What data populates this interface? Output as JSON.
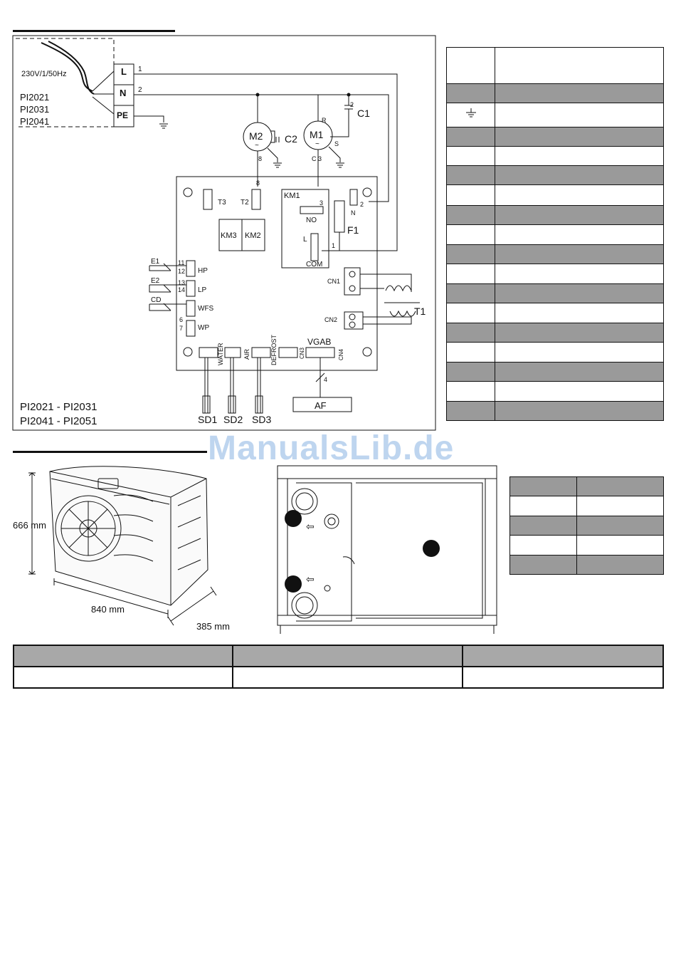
{
  "wiring": {
    "supply": "230V/1/50Hz",
    "models_top": [
      "PI2021",
      "PI2031",
      "PI2041"
    ],
    "terminals": [
      "L",
      "N",
      "PE"
    ],
    "wire_1": "1",
    "wire_2": "2",
    "motor_fan": "M2",
    "motor_comp": "M1",
    "cap_fan": "C2",
    "cap_comp": "C1",
    "tilde": "~",
    "pin_r": "R",
    "pin_s": "S",
    "pin_c3": "C 3",
    "pin_8": "8",
    "pin_2": "2",
    "t3": "T3",
    "t2": "T2",
    "km1": "KM1",
    "km3": "KM3",
    "km2": "KM2",
    "no": "NO",
    "l": "L",
    "com": "COM",
    "pin_3": "3",
    "pin_1": "1",
    "n": "N",
    "f1": "F1",
    "cn1": "CN1",
    "cn2": "CN2",
    "t1": "T1",
    "e1": "E1",
    "e2": "E2",
    "cd": "CD",
    "n11": "11",
    "n12": "12",
    "n13": "13",
    "n14": "14",
    "n6": "6",
    "n7": "7",
    "hp": "HP",
    "lp": "LP",
    "wfs": "WFS",
    "wp": "WP",
    "water": "WATER",
    "air": "AIR",
    "defrost": "DEFROST",
    "cn3": "CN3",
    "vgab": "VGAB",
    "cn4": "CN4",
    "pin_4": "4",
    "af": "AF",
    "sd1": "SD1",
    "sd2": "SD2",
    "sd3": "SD3",
    "models_line1": "PI2021 - PI2031",
    "models_line2": "PI2041 - PI2051"
  },
  "dimensions": {
    "height": "666 mm",
    "width": "840 mm",
    "depth": "385 mm"
  },
  "watermark": "ManualsLib.de"
}
